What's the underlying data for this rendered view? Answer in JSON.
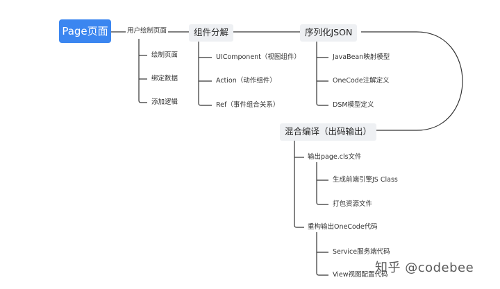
{
  "root": {
    "label": "Page页面"
  },
  "edge_label": "用户绘制页面",
  "user_draw_children": [
    "绘制页面",
    "绑定数据",
    "添加逻辑"
  ],
  "component_split": {
    "label": "组件分解",
    "children": [
      "UIComponent（视图组件）",
      "Action（动作组件）",
      "Ref（事件组合关系）"
    ]
  },
  "serialize": {
    "label": "序列化JSON",
    "children": [
      "JavaBean映射模型",
      "OneCode注解定义",
      "DSM模型定义"
    ]
  },
  "compile": {
    "label": "混合编译（出码输出）",
    "groups": [
      {
        "label": "输出page.cls文件",
        "children": [
          "生成前端引擎JS Class",
          "打包资源文件"
        ]
      },
      {
        "label": "重构输出OneCode代码",
        "children": [
          "Service服务端代码",
          "View视图配置代码"
        ]
      }
    ]
  },
  "watermark": "知乎 @codebee",
  "colors": {
    "root_bg": "#3b86f0",
    "main_bg": "#eef0f3",
    "line": "#333333"
  }
}
